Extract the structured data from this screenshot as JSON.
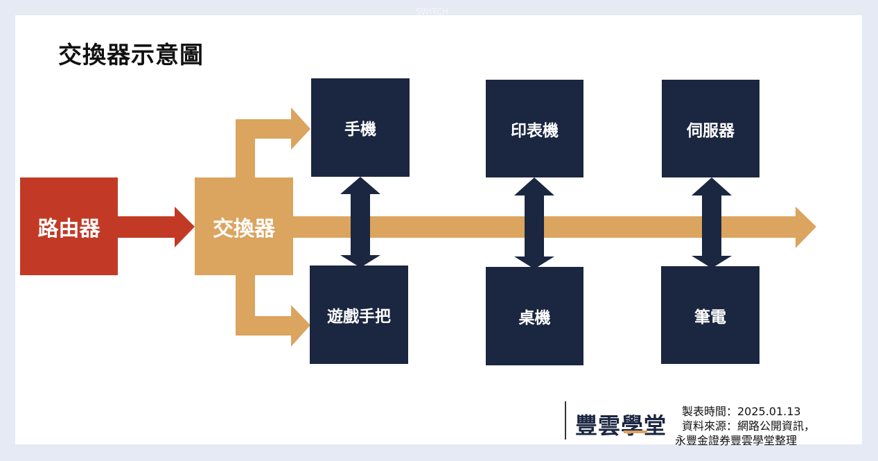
{
  "title": "交換器示意圖",
  "ghost_text": "SWITCH",
  "colors": {
    "router": "#c23a26",
    "switch": "#dba45f",
    "device": "#1b2640",
    "background": "#e6eaf4"
  },
  "nodes": {
    "router": "路由器",
    "switch": "交換器",
    "top": [
      "手機",
      "印表機",
      "伺服器"
    ],
    "bottom": [
      "遊戲手把",
      "桌機",
      "筆電"
    ]
  },
  "footer": {
    "logo": "豐雲學堂",
    "date_line": "製表時間：2025.01.13",
    "source_line": "資料來源：網路公開資訊，",
    "credit_line": "永豐金證券豐雲學堂整理"
  }
}
